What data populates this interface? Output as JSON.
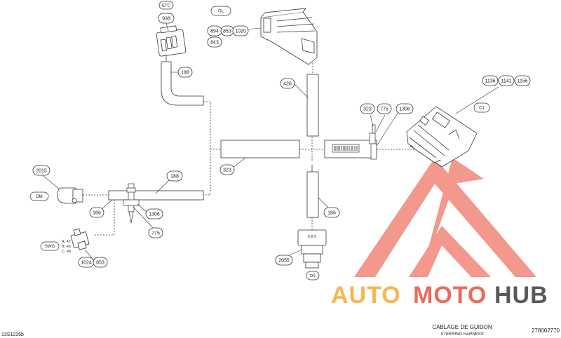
{
  "diagram": {
    "callouts": {
      "etc_label": "ETC",
      "etc_938": "938",
      "gl_label": "GL",
      "g894": "894",
      "g853": "853",
      "g1020": "1020",
      "g843": "843",
      "h188_top": "188",
      "h426": "426",
      "c1136": "1136",
      "c1141": "1141",
      "c1156": "1156",
      "c1_label": "C1",
      "t323_right": "323",
      "t775_right": "775",
      "t1306_right": "1306",
      "t323_center": "323",
      "dm_2015": "2015",
      "dm_label": "DM",
      "h188_mid": "188",
      "h186_left": "186",
      "t1306_left": "1306",
      "t775_left": "775",
      "h186_right": "186",
      "ds_2055": "2055",
      "ds_label": "DS",
      "swg_label": "SWG",
      "swg_a": "A. 47",
      "swg_b": "B. 48",
      "swg_c": "C. 49",
      "s1024": "1024",
      "s853": "853",
      "pins_ds": "6 8 9"
    },
    "footer": {
      "code_left": "13S1226b",
      "title_fr": "CABLAGE DE GUIDON",
      "title_en": "STEERING HARNESS",
      "part_number": "278002770"
    },
    "watermark": {
      "word_auto": "AUTO",
      "word_moto": "MOTO",
      "word_hub": "HUB"
    },
    "colors": {
      "line": "#333333",
      "watermark_red": "#e8452f",
      "watermark_orange": "#f5a623",
      "watermark_dark": "#222222"
    }
  }
}
